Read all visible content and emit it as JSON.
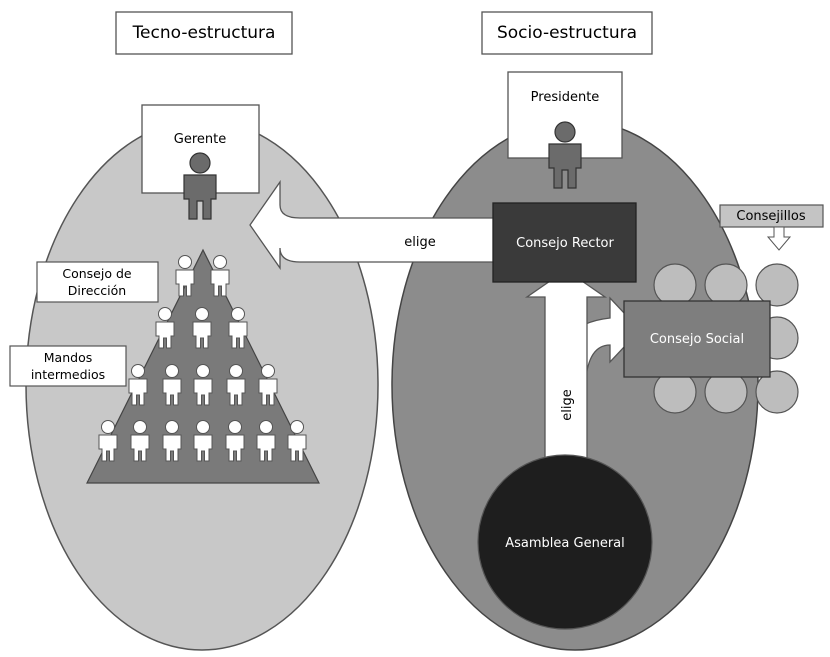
{
  "headers": {
    "tecno": "Tecno-estructura",
    "socio": "Socio-estructura"
  },
  "roles": {
    "gerente": "Gerente",
    "presidente": "Presidente",
    "consejo_rector": "Consejo Rector",
    "consejo_social": "Consejo Social",
    "asamblea": "Asamblea General",
    "consejillos": "Consejillos"
  },
  "labels": {
    "consejo_direccion_line1": "Consejo de",
    "consejo_direccion_line2": "Dirección",
    "mandos_line1": "Mandos",
    "mandos_line2": "intermedios"
  },
  "arrows": {
    "elige_horizontal": "elige",
    "elige_vertical": "elige"
  },
  "colors": {
    "left_ellipse": "#c8c8c8",
    "right_ellipse": "#8c8c8c",
    "triangle": "#7a7a7a",
    "dark_box": "#3a3a3a",
    "asamblea": "#1e1e1e",
    "person_dark": "#6b6b6b",
    "circle_fill": "#bdbdbd"
  }
}
